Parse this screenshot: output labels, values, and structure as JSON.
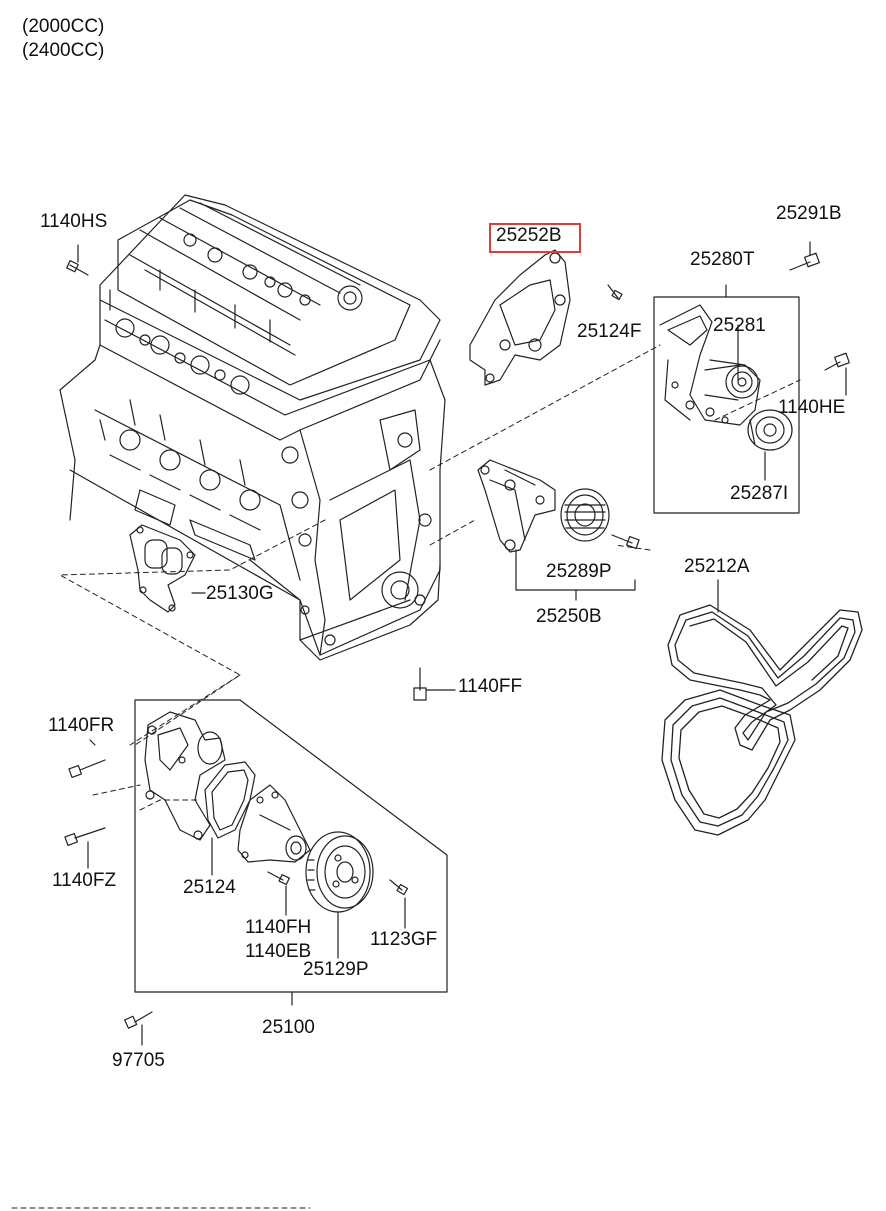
{
  "header": {
    "lines": [
      "(2000CC)",
      "(2400CC)"
    ]
  },
  "highlight_color": "#e23b3b",
  "parts": {
    "p1140HS": "1140HS",
    "p25252B": "25252B",
    "p25291B": "25291B",
    "p25280T": "25280T",
    "p25124F": "25124F",
    "p25281": "25281",
    "p1140HE": "1140HE",
    "p25287I": "25287I",
    "p25289P": "25289P",
    "p25250B": "25250B",
    "p25212A": "25212A",
    "p25130G": "25130G",
    "p1140FF": "1140FF",
    "p1140FR": "1140FR",
    "p1140FZ": "1140FZ",
    "p25124": "25124",
    "p1140FH": "1140FH",
    "p1140EB": "1140EB",
    "p1123GF": "1123GF",
    "p25129P": "25129P",
    "p25100": "25100",
    "p97705": "97705"
  },
  "highlighted_part": "25252B"
}
